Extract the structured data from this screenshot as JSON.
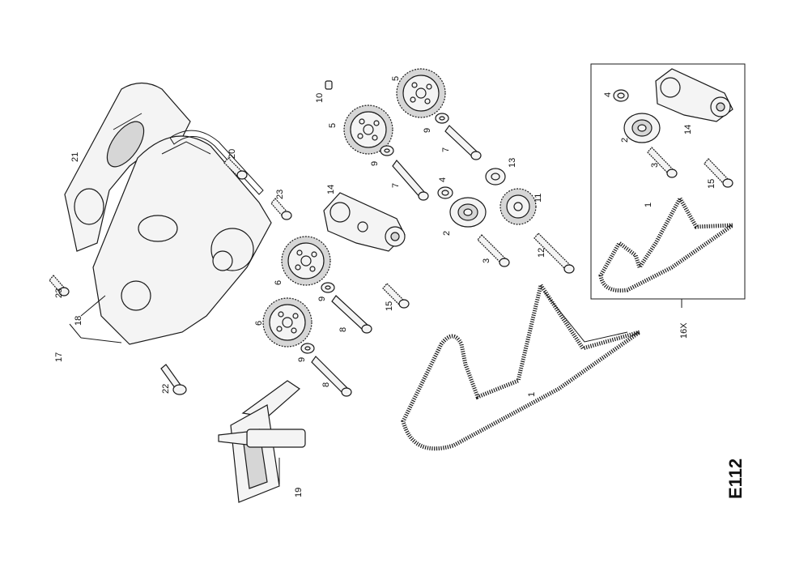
{
  "diagram_code": "E112",
  "callouts": {
    "c1_main": "1",
    "c1_inset": "1",
    "c2_main": "2",
    "c2_inset": "2",
    "c3_main": "3",
    "c3_inset": "3",
    "c4_main": "4",
    "c4_inset": "4",
    "c5_a": "5",
    "c5_b": "5",
    "c6_a": "6",
    "c6_b": "6",
    "c7_a": "7",
    "c7_b": "7",
    "c8_a": "8",
    "c8_b": "8",
    "c9_a": "9",
    "c9_b": "9",
    "c9_c": "9",
    "c9_d": "9",
    "c10": "10",
    "c11": "11",
    "c12": "12",
    "c13": "13",
    "c14_main": "14",
    "c14_inset": "14",
    "c15_main": "15",
    "c15_inset": "15",
    "c16x": "16X",
    "c17": "17",
    "c18": "18",
    "c19": "19",
    "c20": "20",
    "c21": "21",
    "c22": "22",
    "c23_a": "23",
    "c23_b": "23"
  }
}
